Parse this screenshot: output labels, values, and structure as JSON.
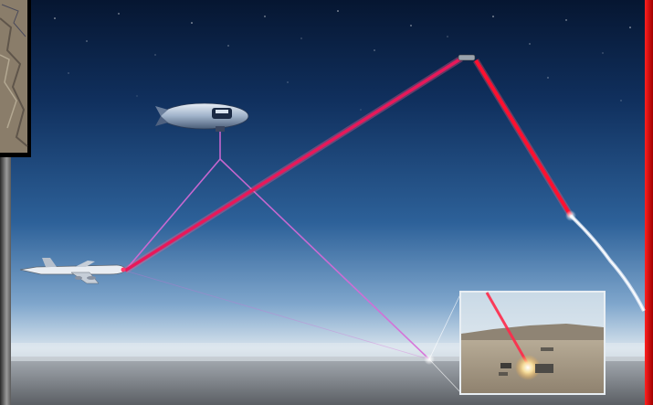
{
  "scene": {
    "colors": {
      "sky_top": "#071a3c",
      "sky_mid": "#1f4d86",
      "sky_low": "#8fb4d6",
      "haze": "#d8e3ec",
      "ground": "#7c8086",
      "laser_main": "#e8185a",
      "laser_beam_red": "#ff1030",
      "laser_guide": "#d860d8",
      "right_bar": "#e00000",
      "left_bar": "#7a7a7a"
    },
    "objects": [
      "airship",
      "aircraft",
      "relay-mirror",
      "missile-plume",
      "ground-target-inset",
      "terrain-inset"
    ]
  }
}
